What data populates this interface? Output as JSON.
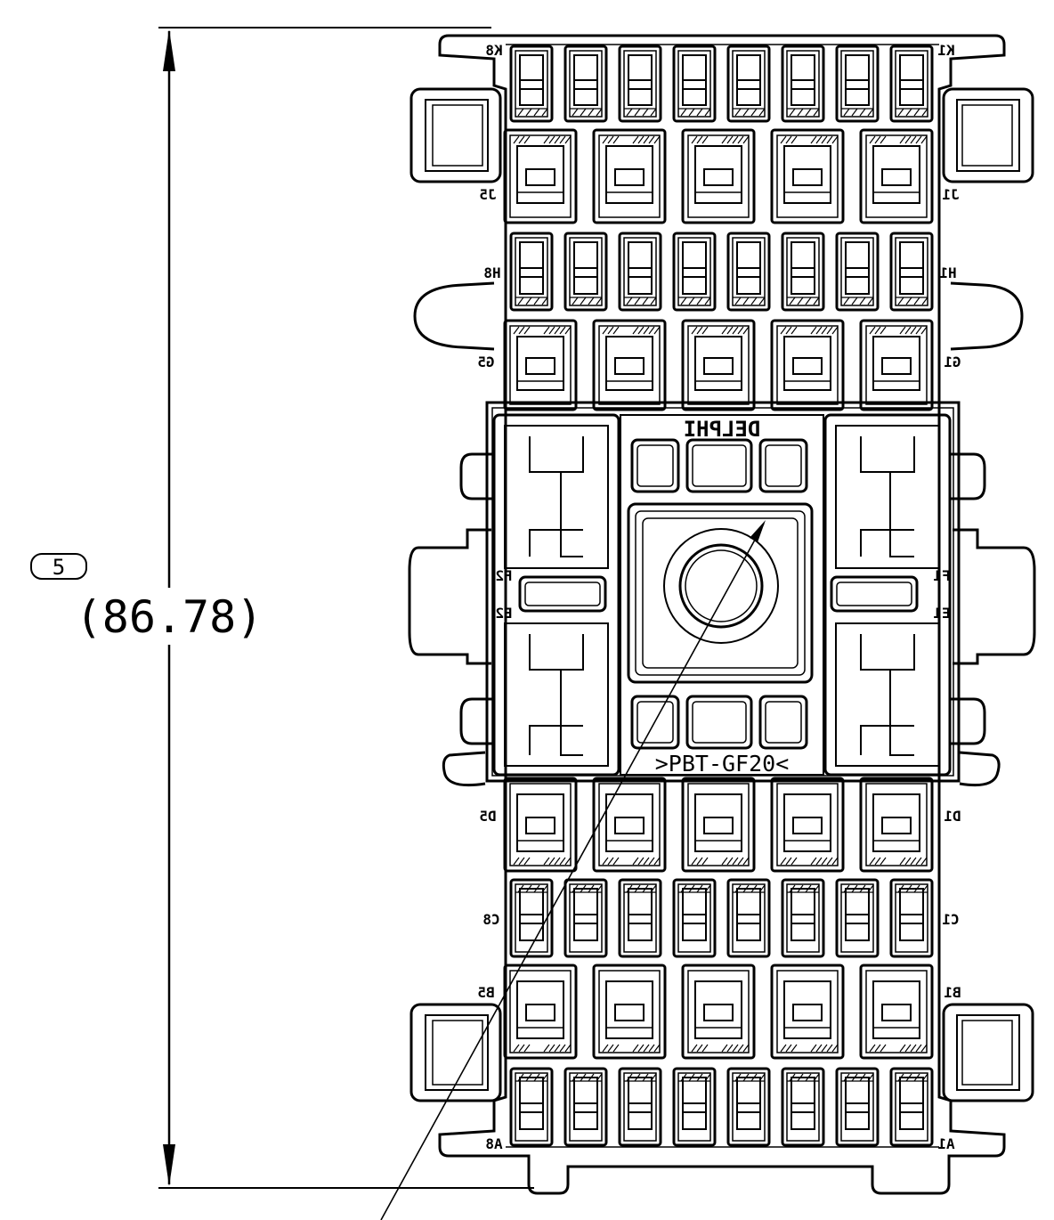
{
  "dimension": {
    "balloon": "5",
    "value": "(86.78)"
  },
  "connector": {
    "brand_mark": "DELPHI",
    "material_mark": ">PBT-GF20<",
    "cavity_labels": {
      "k_left": "K8",
      "k_right": "K1",
      "j_left": "J5",
      "j_right": "J1",
      "h_left": "H8",
      "h_right": "H1",
      "g_left": "G5",
      "g_right": "G1",
      "f_left": "F2",
      "f_right": "F1",
      "e_left": "E2",
      "e_right": "E1",
      "d_left": "D5",
      "d_right": "D1",
      "c_left": "C8",
      "c_right": "C1",
      "b_left": "B5",
      "b_right": "B1",
      "a_left": "A8",
      "a_right": "A1"
    }
  }
}
